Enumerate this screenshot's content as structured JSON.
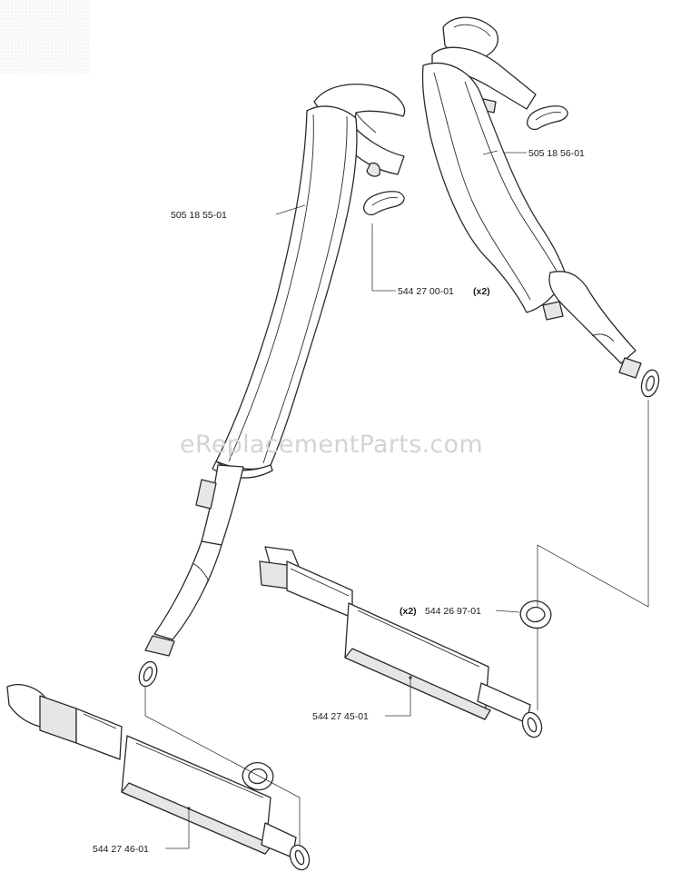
{
  "watermark": "eReplacementParts.com",
  "parts": {
    "shoulder_pad_left": "505 18 55-01",
    "shoulder_pad_right": "505 18 56-01",
    "clip_label": "544 27 00-01",
    "clip_qty": "(x2)",
    "ring_qty": "(x2)",
    "ring_label": "544 26 97-01",
    "hip_belt_right": "544 27 45-01",
    "hip_belt_left": "544 27 46-01"
  }
}
